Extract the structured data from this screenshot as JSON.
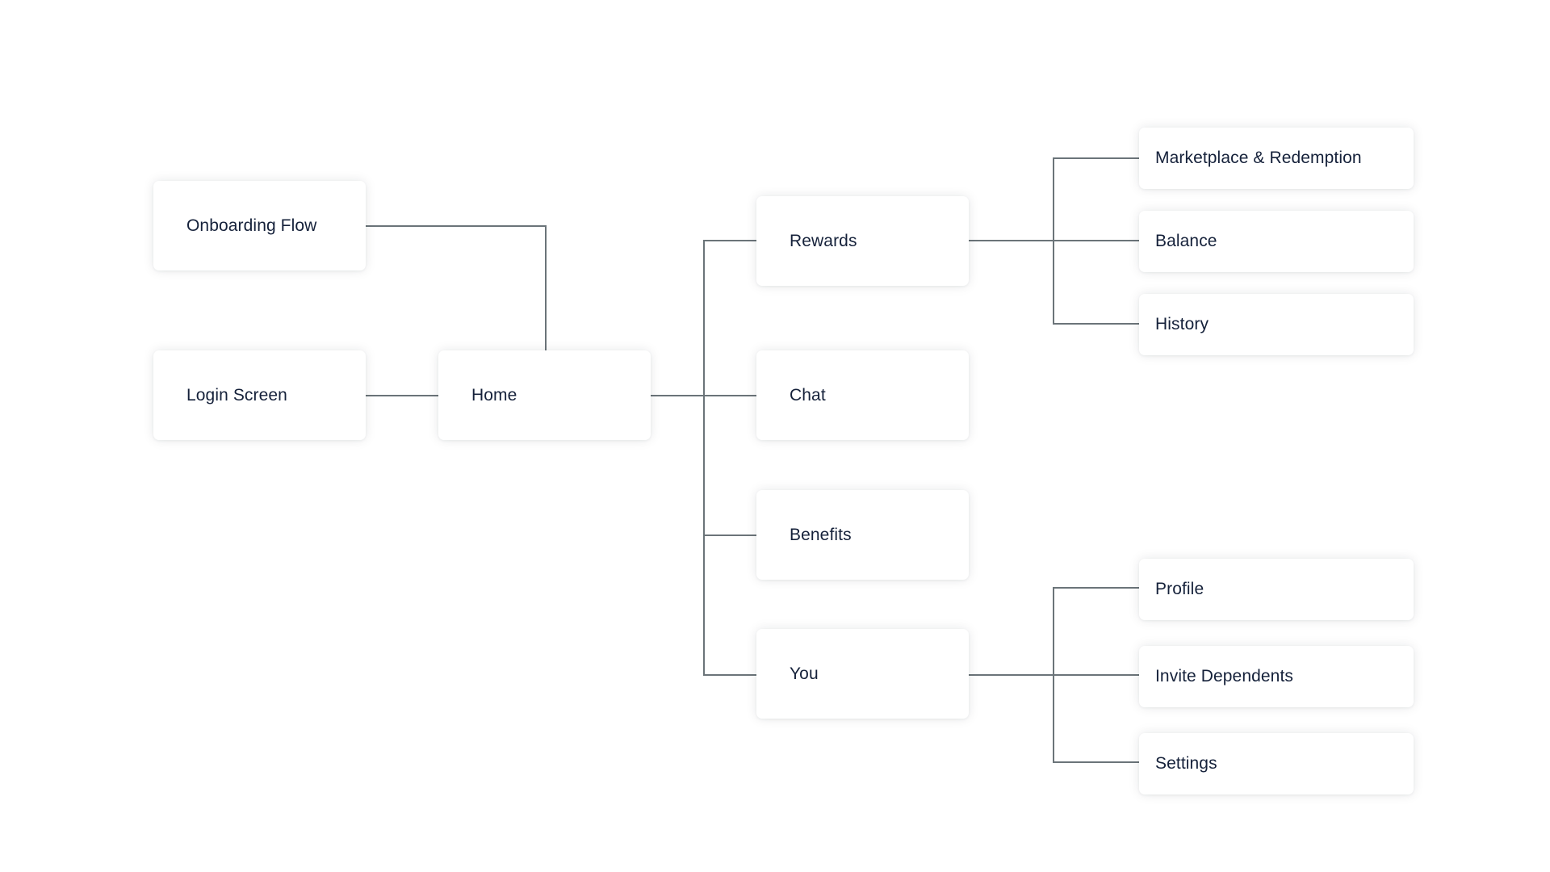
{
  "diagram": {
    "line_color": "#6b7479",
    "node_text_color": "#15213a",
    "nodes": {
      "onboarding": "Onboarding Flow",
      "login": "Login Screen",
      "home": "Home",
      "rewards": "Rewards",
      "chat": "Chat",
      "benefits": "Benefits",
      "you": "You",
      "marketplace": "Marketplace & Redemption",
      "balance": "Balance",
      "history": "History",
      "profile": "Profile",
      "invite": "Invite Dependents",
      "settings": "Settings"
    },
    "edges": [
      [
        "onboarding",
        "home"
      ],
      [
        "login",
        "home"
      ],
      [
        "home",
        "rewards"
      ],
      [
        "home",
        "chat"
      ],
      [
        "home",
        "benefits"
      ],
      [
        "home",
        "you"
      ],
      [
        "rewards",
        "marketplace"
      ],
      [
        "rewards",
        "balance"
      ],
      [
        "rewards",
        "history"
      ],
      [
        "you",
        "profile"
      ],
      [
        "you",
        "invite"
      ],
      [
        "you",
        "settings"
      ]
    ]
  }
}
